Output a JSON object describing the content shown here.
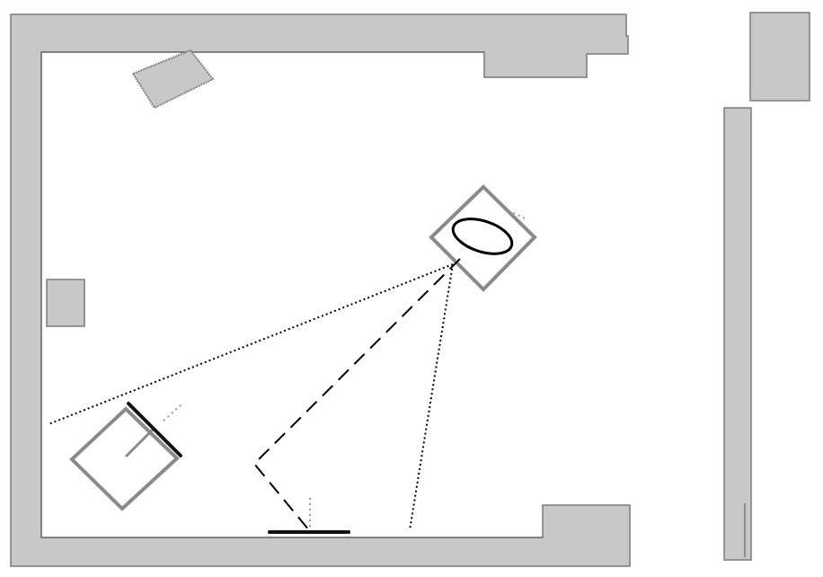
{
  "scene": {
    "background": "#ffffff",
    "colors": {
      "wall_fill": "#c8c8c8",
      "wall_stroke": "#7a7a7a",
      "robot_outline": "#8a8a8a",
      "ray": "#000000"
    },
    "elements": [
      "room-walls",
      "side-panel-top",
      "side-panel-tall",
      "rotated-box-obstacle",
      "wall-notch",
      "robot-upper-right",
      "robot-lower-left",
      "dotted-ray-left",
      "dotted-ray-down",
      "dashed-path"
    ]
  }
}
